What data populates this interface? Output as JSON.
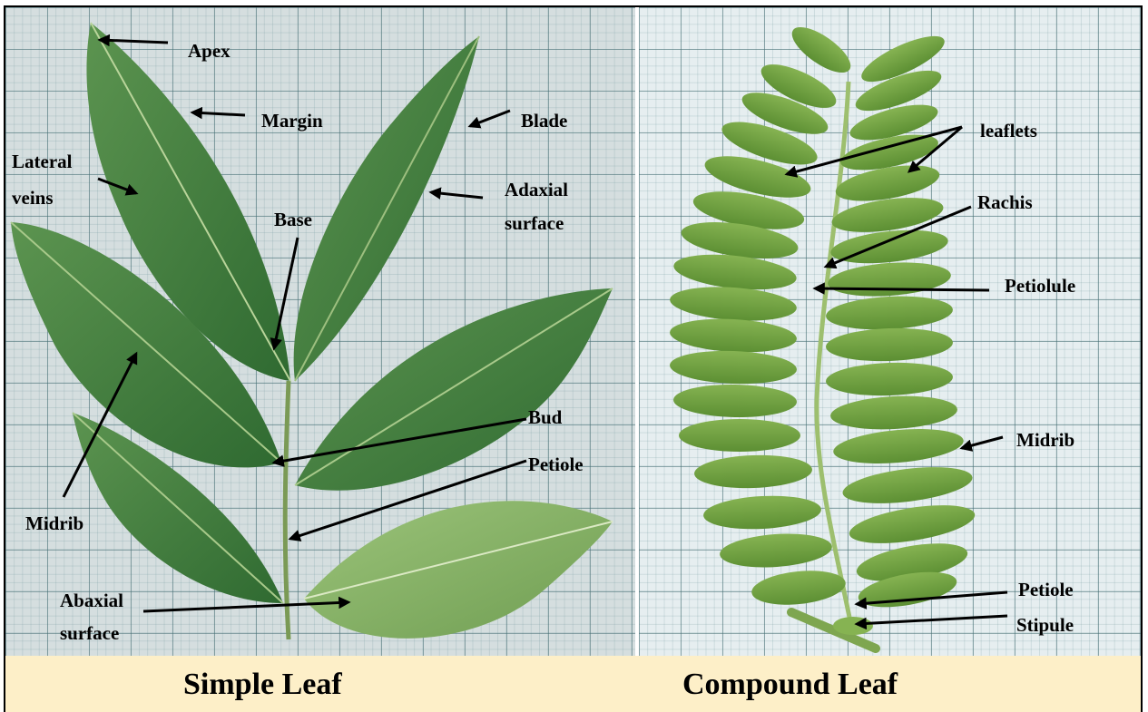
{
  "captions": {
    "simple": "Simple Leaf",
    "compound": "Compound Leaf"
  },
  "simple_leaf_labels": {
    "apex": "Apex",
    "margin": "Margin",
    "blade": "Blade",
    "lateral_veins_line1": "Lateral",
    "lateral_veins_line2": "veins",
    "base": "Base",
    "adaxial_line1": "Adaxial",
    "adaxial_line2": "surface",
    "midrib": "Midrib",
    "bud": "Bud",
    "petiole": "Petiole",
    "abaxial_line1": "Abaxial",
    "abaxial_line2": "surface"
  },
  "compound_leaf_labels": {
    "leaflets": "leaflets",
    "rachis": "Rachis",
    "petiolule": "Petiolule",
    "midrib": "Midrib",
    "petiole": "Petiole",
    "stipule": "Stipule"
  },
  "colors": {
    "leaf_dark": "#3f7a3c",
    "leaf_light": "#7aa85a",
    "leaflet": "#6f9e3e",
    "caption_band": "#fdefc8"
  }
}
